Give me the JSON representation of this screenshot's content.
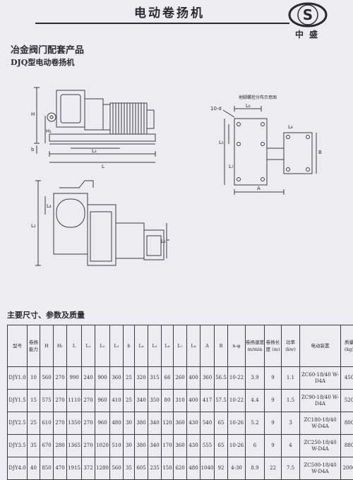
{
  "header": {
    "title": "电动卷扬机",
    "logo_letter": "S",
    "logo_text": "中盛"
  },
  "product_category": "冶金阀门配套产品",
  "model_title": "DJQ型电动卷扬机",
  "diagram_caption": "地脚螺栓分布示意图",
  "dim_labels": {
    "H": "H",
    "H1": "H₁",
    "b": "b",
    "L": "L",
    "L1": "L₁",
    "L2": "L₂",
    "L3": "L₃",
    "L4": "L₄",
    "L5": "L₅",
    "L6": "L₆",
    "L7": "L₇",
    "L8": "L₈",
    "A": "A",
    "B": "B",
    "nd": "10-d"
  },
  "table_title": "主要尺寸、参数及质量",
  "table": {
    "columns": [
      "型号",
      "卷扬能力",
      "H",
      "H₁",
      "L",
      "L₁",
      "L₂",
      "L₃",
      "b",
      "L₄",
      "L₅",
      "L₆",
      "L₇",
      "L₈",
      "A",
      "B",
      "n-φ",
      "卷扬速度 m/min",
      "卷扬长度 (m)",
      "功率 (kw)",
      "电动装置",
      "质量 (kg)"
    ],
    "rows": [
      [
        "DJY1.0",
        "10",
        "560",
        "270",
        "990",
        "240",
        "900",
        "360",
        "25",
        "320",
        "315",
        "66",
        "260",
        "400",
        "360",
        "56.5",
        "10-22",
        "3.9",
        "9",
        "1.1",
        "ZC60-18/40 W-D4A",
        "450"
      ],
      [
        "DJY1.5",
        "15",
        "575",
        "270",
        "1110",
        "270",
        "960",
        "410",
        "25",
        "340",
        "350",
        "80",
        "310",
        "400",
        "417",
        "57.5",
        "10-22",
        "4.4",
        "9",
        "1.5",
        "ZC90-18/40 W-D4A",
        "520"
      ],
      [
        "DJY2.5",
        "25",
        "610",
        "270",
        "1350",
        "270",
        "960",
        "480",
        "30",
        "380",
        "340",
        "120",
        "360",
        "430",
        "540",
        "65",
        "10-26",
        "5.2",
        "9",
        "3",
        "ZC180-18/40 W-D4A",
        "800"
      ],
      [
        "DJY3.5",
        "35",
        "670",
        "280",
        "1365",
        "270",
        "1020",
        "510",
        "30",
        "380",
        "340",
        "170",
        "360",
        "430",
        "555",
        "65",
        "10-26",
        "6",
        "9",
        "4",
        "ZC250-18/40 W-D4A",
        "880"
      ],
      [
        "DJY4.0",
        "40",
        "850",
        "470",
        "1915",
        "372",
        "1280",
        "560",
        "35",
        "605",
        "235",
        "150",
        "620",
        "480",
        "1040",
        "92",
        "4-30",
        "8.9",
        "22",
        "7.5",
        "ZC500-18/40 W-D4A",
        "2000"
      ]
    ]
  }
}
